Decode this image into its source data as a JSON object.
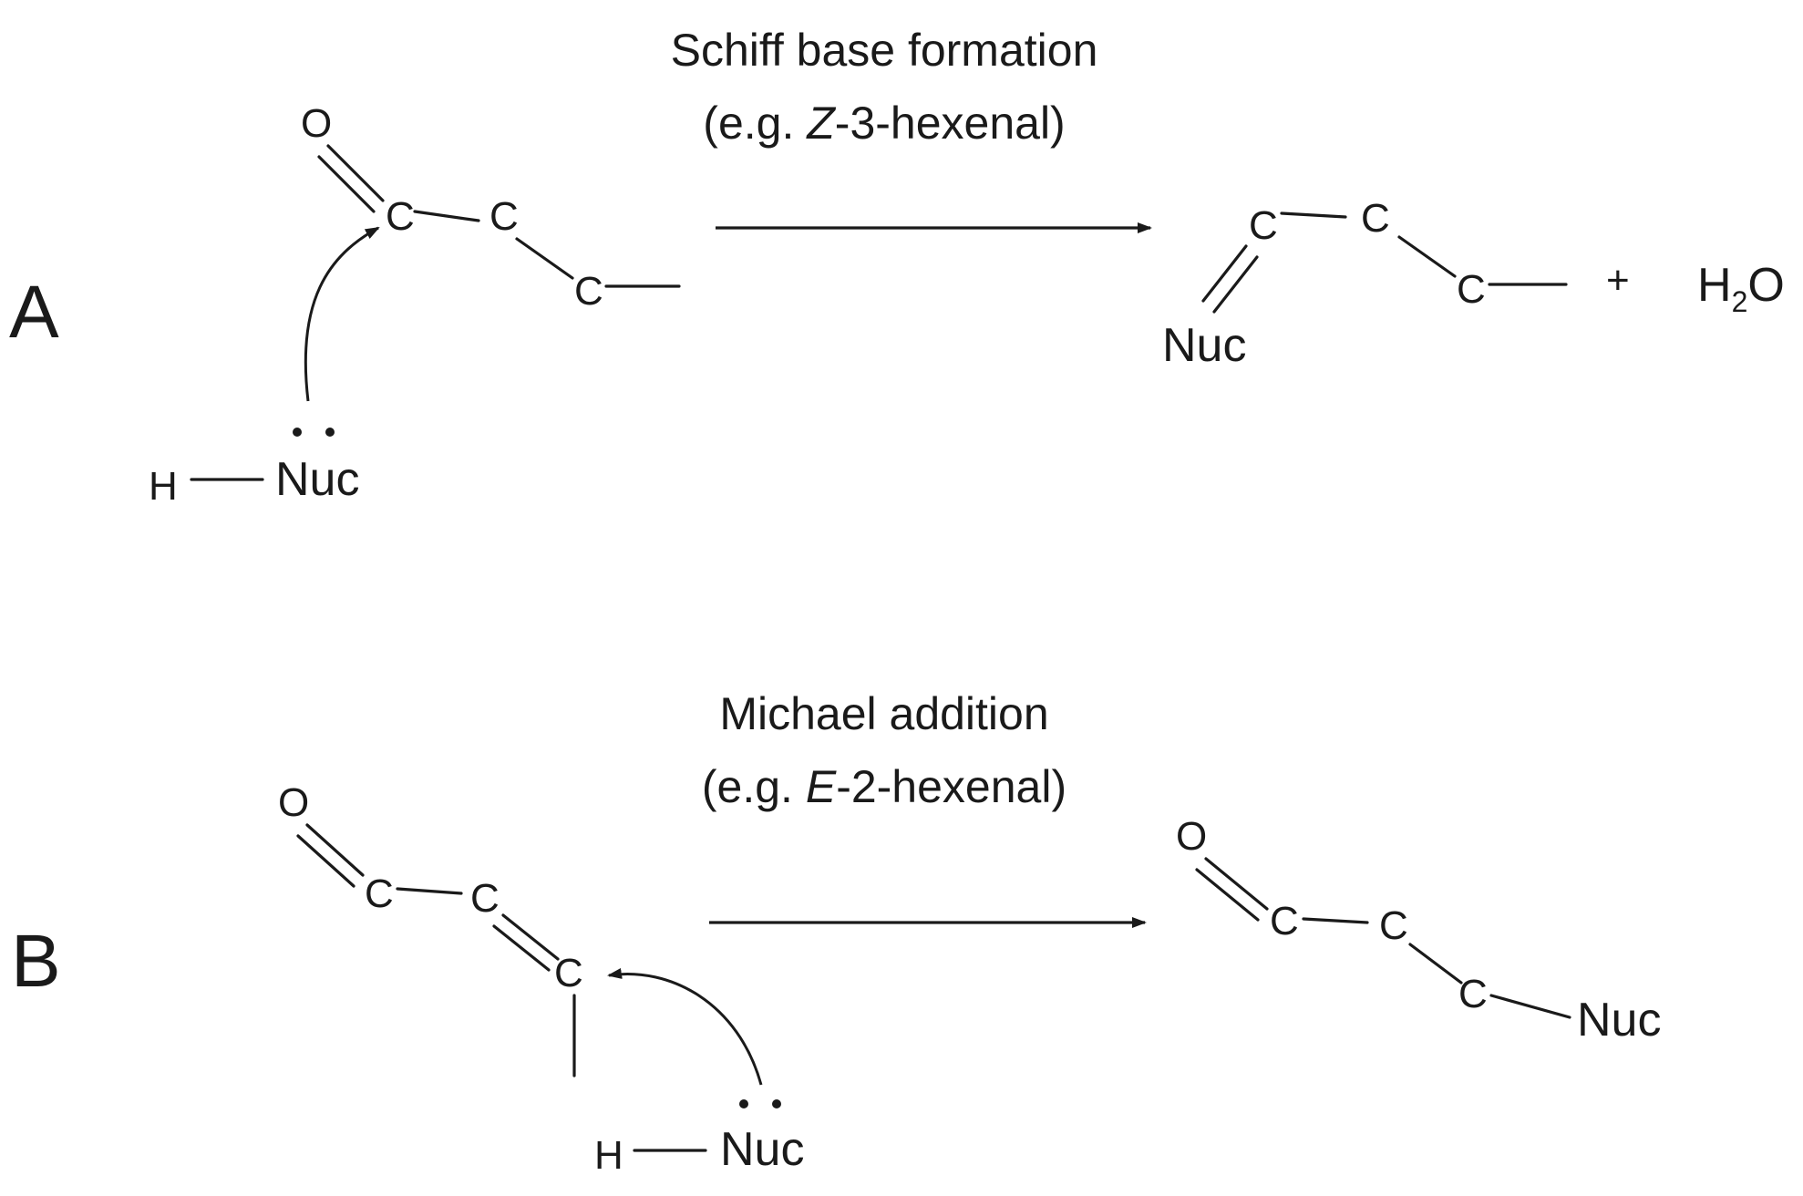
{
  "panels": {
    "a": {
      "label": "A",
      "title": "Schiff base formation",
      "example_prefix": "(e.g. ",
      "example_isomer": "Z",
      "example_suffix": "-3-hexenal)",
      "reactant": {
        "o": "O",
        "c1": "C",
        "c2": "C",
        "c3": "C",
        "h": "H",
        "nuc": "Nuc"
      },
      "product": {
        "c1": "C",
        "c2": "C",
        "c3": "C",
        "nuc": "Nuc"
      },
      "plus": "+",
      "water_h": "H",
      "water_sub": "2",
      "water_o": "O"
    },
    "b": {
      "label": "B",
      "title": "Michael addition",
      "example_prefix": "(e.g. ",
      "example_isomer": "E",
      "example_suffix": "-2-hexenal)",
      "reactant": {
        "o": "O",
        "c1": "C",
        "c2": "C",
        "c3": "C",
        "h": "H",
        "nuc": "Nuc"
      },
      "product": {
        "o": "O",
        "c1": "C",
        "c2": "C",
        "c3": "C",
        "nuc": "Nuc"
      }
    }
  }
}
